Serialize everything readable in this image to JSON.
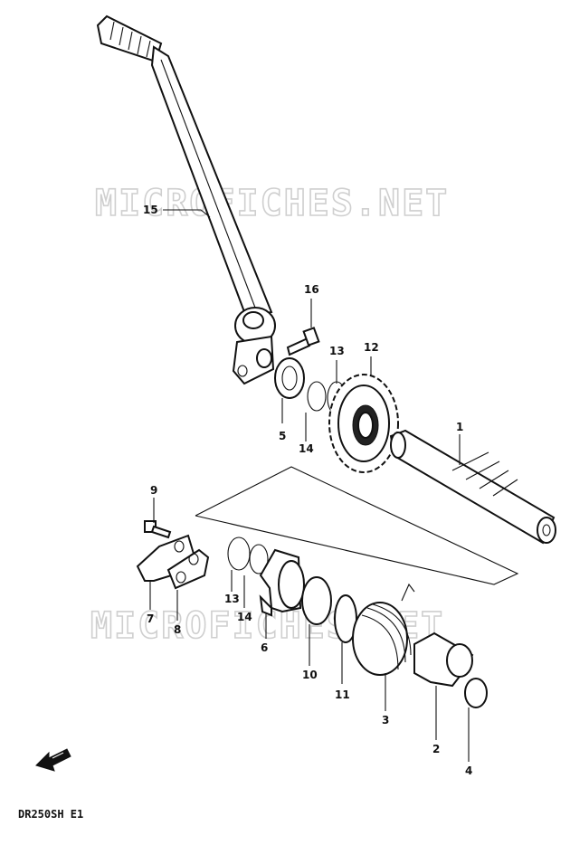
{
  "watermarks": [
    "MICROFICHES.NET",
    "MICROFICHES.NET"
  ],
  "diagram_code": "DR250SH E1",
  "callouts": [
    {
      "id": "15",
      "label": "15"
    },
    {
      "id": "16",
      "label": "16"
    },
    {
      "id": "13a",
      "label": "13"
    },
    {
      "id": "12",
      "label": "12"
    },
    {
      "id": "5",
      "label": "5"
    },
    {
      "id": "14a",
      "label": "14"
    },
    {
      "id": "1",
      "label": "1"
    },
    {
      "id": "9",
      "label": "9"
    },
    {
      "id": "7",
      "label": "7"
    },
    {
      "id": "8",
      "label": "8"
    },
    {
      "id": "13b",
      "label": "13"
    },
    {
      "id": "14b",
      "label": "14"
    },
    {
      "id": "6",
      "label": "6"
    },
    {
      "id": "10",
      "label": "10"
    },
    {
      "id": "11",
      "label": "11"
    },
    {
      "id": "3",
      "label": "3"
    },
    {
      "id": "2",
      "label": "2"
    },
    {
      "id": "4",
      "label": "4"
    }
  ],
  "icons": {
    "front_arrow": "front-arrow-icon"
  }
}
